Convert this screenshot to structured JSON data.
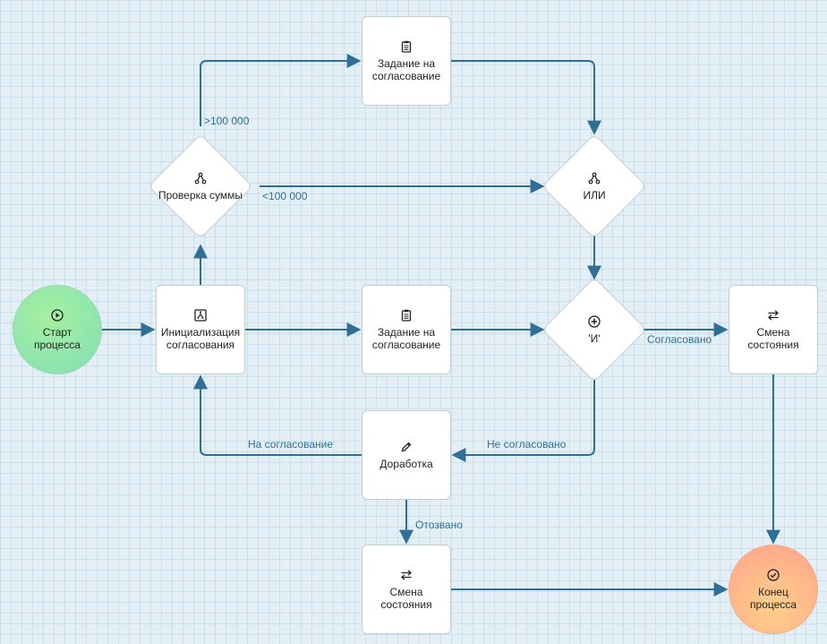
{
  "nodes": {
    "start": {
      "label": "Старт\nпроцесса",
      "icon": "play-icon"
    },
    "init": {
      "label": "Инициализация\nсогласования",
      "icon": "branch-box-icon"
    },
    "check_sum": {
      "label": "Проверка суммы",
      "icon": "fork-icon"
    },
    "task_top": {
      "label": "Задание на\nсогласование",
      "icon": "clipboard-icon"
    },
    "or_gate": {
      "label": "ИЛИ",
      "icon": "fork-icon"
    },
    "task_mid": {
      "label": "Задание на\nсогласование",
      "icon": "clipboard-icon"
    },
    "and_gate": {
      "label": "'И'",
      "icon": "plus-circle-icon"
    },
    "state_right": {
      "label": "Смена\nсостояния",
      "icon": "swap-icon"
    },
    "rework": {
      "label": "Доработка",
      "icon": "pencil-icon"
    },
    "state_bottom": {
      "label": "Смена\nсостояния",
      "icon": "swap-icon"
    },
    "end": {
      "label": "Конец\nпроцесса",
      "icon": "check-circle-icon"
    }
  },
  "edge_labels": {
    "gt": ">100 000",
    "lt": "<100 000",
    "approved": "Согласовано",
    "not_approved": "Не согласовано",
    "to_approval": "На согласование",
    "withdrawn": "Отозвано"
  },
  "colors": {
    "edge": "#2f6f95",
    "node_border": "#c4ccd4",
    "start_fill": "#8fe6ad",
    "end_fill": "#ffb48a"
  }
}
